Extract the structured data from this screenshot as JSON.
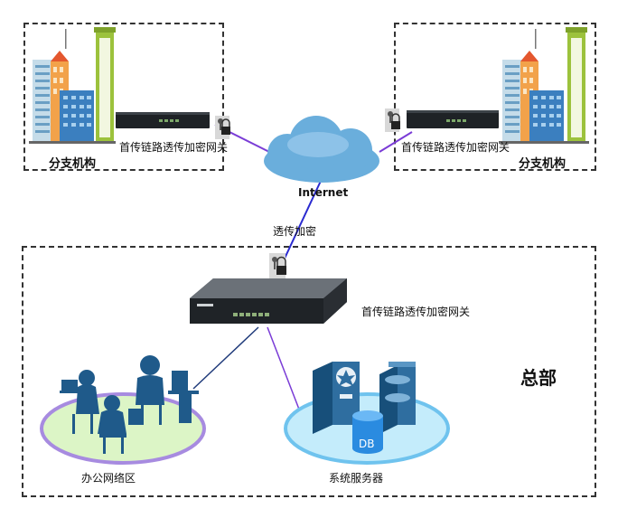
{
  "branch_left": {
    "title": "分支机构",
    "gateway_label": "首传链路透传加密网关"
  },
  "branch_right": {
    "title": "分支机构",
    "gateway_label": "首传链路透传加密网关"
  },
  "internet": {
    "label": "Internet"
  },
  "link": {
    "label": "透传加密"
  },
  "headquarters": {
    "title": "总部",
    "gateway_label": "首传链路透传加密网关",
    "office_zone": "办公网络区",
    "server_zone": "系统服务器",
    "db_label": "DB"
  },
  "colors": {
    "line_purple": "#7a3cd6",
    "line_blue": "#2a2ad0",
    "building_blue": "#3b7fbf",
    "cloud": "#6aaedc"
  }
}
